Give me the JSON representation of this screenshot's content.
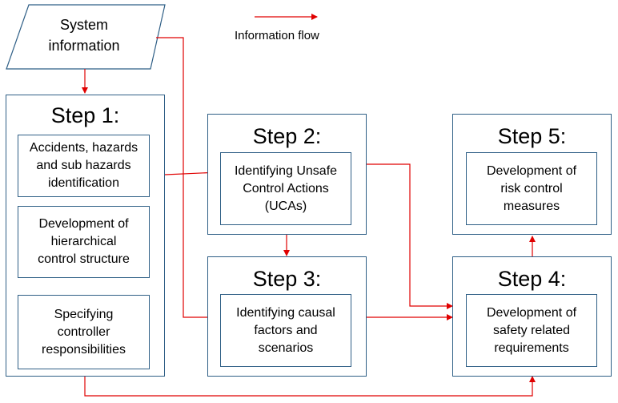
{
  "legend": {
    "label": "Information flow"
  },
  "system_info": {
    "label": "System\ninformation"
  },
  "step1": {
    "title": "Step 1:",
    "items": [
      "Accidents, hazards\nand sub hazards\nidentification",
      "Development of\nhierarchical\ncontrol structure",
      "Specifying\ncontroller\nresponsibilities"
    ]
  },
  "step2": {
    "title": "Step 2:",
    "item": "Identifying Unsafe\nControl Actions\n(UCAs)"
  },
  "step3": {
    "title": "Step 3:",
    "item": "Identifying causal\nfactors and\nscenarios"
  },
  "step4": {
    "title": "Step 4:",
    "item": "Development of\nsafety related\nrequirements"
  },
  "step5": {
    "title": "Step 5:",
    "item": "Development of\nrisk control\nmeasures"
  },
  "colors": {
    "box_border": "#2f5f86",
    "arrow": "#e00000"
  }
}
